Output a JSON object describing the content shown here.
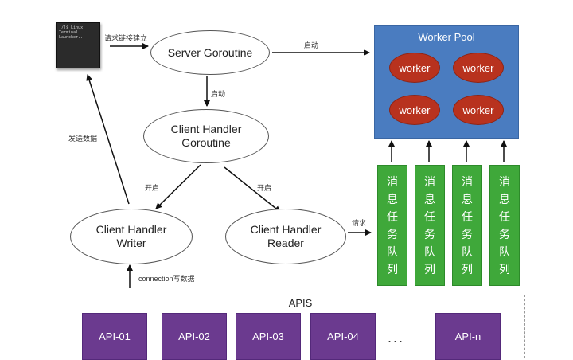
{
  "terminal": {
    "lines": "[/]$ Linux\nTerminal\nLauncher..."
  },
  "nodes": {
    "server_goroutine": "Server Goroutine",
    "client_handler_goroutine_line1": "Client Handler",
    "client_handler_goroutine_line2": "Goroutine",
    "writer_line1": "Client Handler",
    "writer_line2": "Writer",
    "reader_line1": "Client Handler",
    "reader_line2": "Reader"
  },
  "edges": {
    "request_connect": "请求链接建立",
    "start_pool": "启动",
    "start_handler": "启动",
    "open_writer": "开启",
    "open_reader": "开启",
    "send_data": "发送数据",
    "request": "请求",
    "connection_write": "connection写数据"
  },
  "worker_pool": {
    "title": "Worker Pool",
    "workers": [
      "worker",
      "worker",
      "worker",
      "worker"
    ]
  },
  "queues": [
    {
      "chars": [
        "消",
        "息",
        "任",
        "务",
        "队",
        "列"
      ]
    },
    {
      "chars": [
        "消",
        "息",
        "任",
        "务",
        "队",
        "列"
      ]
    },
    {
      "chars": [
        "消",
        "息",
        "任",
        "务",
        "队",
        "列"
      ]
    },
    {
      "chars": [
        "消",
        "息",
        "任",
        "务",
        "队",
        "列"
      ]
    }
  ],
  "apis": {
    "title": "APIS",
    "items": [
      "API-01",
      "API-02",
      "API-03",
      "API-04",
      "API-n"
    ],
    "ellipsis": "..."
  },
  "colors": {
    "pool": "#4a7cc0",
    "worker": "#b8321e",
    "queue": "#3fa83a",
    "api": "#6b3a8f"
  }
}
